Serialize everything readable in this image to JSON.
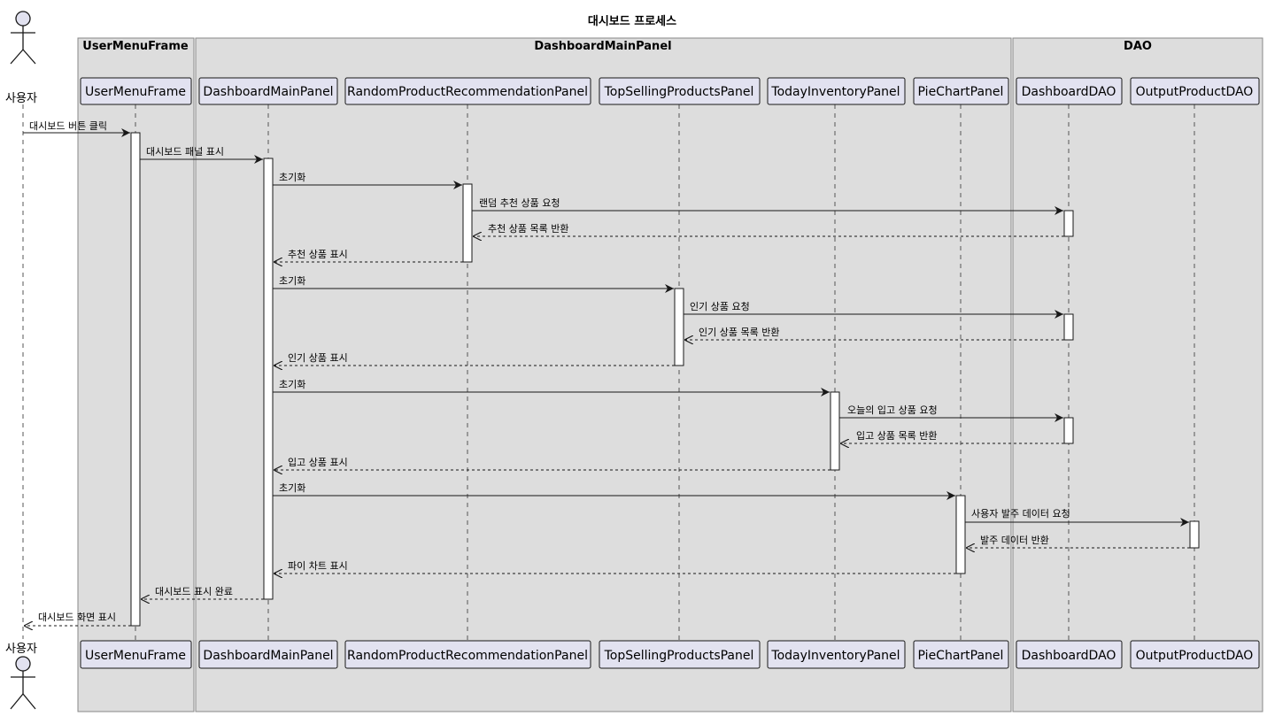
{
  "title": "대시보드 프로세스",
  "actor": {
    "name": "사용자"
  },
  "boxes": {
    "user_menu": {
      "title": "UserMenuFrame"
    },
    "dashboard_main": {
      "title": "DashboardMainPanel"
    },
    "dao": {
      "title": "DAO"
    }
  },
  "participants": {
    "user_menu_frame": "UserMenuFrame",
    "dashboard_main_panel": "DashboardMainPanel",
    "random_product_panel": "RandomProductRecommendationPanel",
    "top_selling_panel": "TopSellingProductsPanel",
    "today_inventory_panel": "TodayInventoryPanel",
    "pie_chart_panel": "PieChartPanel",
    "dashboard_dao": "DashboardDAO",
    "output_product_dao": "OutputProductDAO"
  },
  "messages": [
    {
      "text": "대시보드 버튼 클릭",
      "from": "user",
      "to": "user_menu_frame",
      "type": "sync"
    },
    {
      "text": "대시보드 패널 표시",
      "from": "user_menu_frame",
      "to": "dashboard_main_panel",
      "type": "sync"
    },
    {
      "text": "초기화",
      "from": "dashboard_main_panel",
      "to": "random_product_panel",
      "type": "sync"
    },
    {
      "text": "랜덤 추천 상품 요청",
      "from": "random_product_panel",
      "to": "dashboard_dao",
      "type": "sync"
    },
    {
      "text": "추천 상품 목록 반환",
      "from": "dashboard_dao",
      "to": "random_product_panel",
      "type": "return"
    },
    {
      "text": "추천 상품 표시",
      "from": "random_product_panel",
      "to": "dashboard_main_panel",
      "type": "return"
    },
    {
      "text": "초기화",
      "from": "dashboard_main_panel",
      "to": "top_selling_panel",
      "type": "sync"
    },
    {
      "text": "인기 상품 요청",
      "from": "top_selling_panel",
      "to": "dashboard_dao",
      "type": "sync"
    },
    {
      "text": "인기 상품 목록 반환",
      "from": "dashboard_dao",
      "to": "top_selling_panel",
      "type": "return"
    },
    {
      "text": "인기 상품 표시",
      "from": "top_selling_panel",
      "to": "dashboard_main_panel",
      "type": "return"
    },
    {
      "text": "초기화",
      "from": "dashboard_main_panel",
      "to": "today_inventory_panel",
      "type": "sync"
    },
    {
      "text": "오늘의 입고 상품 요청",
      "from": "today_inventory_panel",
      "to": "dashboard_dao",
      "type": "sync"
    },
    {
      "text": "입고 상품 목록 반환",
      "from": "dashboard_dao",
      "to": "today_inventory_panel",
      "type": "return"
    },
    {
      "text": "입고 상품 표시",
      "from": "today_inventory_panel",
      "to": "dashboard_main_panel",
      "type": "return"
    },
    {
      "text": "초기화",
      "from": "dashboard_main_panel",
      "to": "pie_chart_panel",
      "type": "sync"
    },
    {
      "text": "사용자 발주 데이터 요청",
      "from": "pie_chart_panel",
      "to": "output_product_dao",
      "type": "sync"
    },
    {
      "text": "발주 데이터 반환",
      "from": "output_product_dao",
      "to": "pie_chart_panel",
      "type": "return"
    },
    {
      "text": "파이 차트 표시",
      "from": "pie_chart_panel",
      "to": "dashboard_main_panel",
      "type": "return"
    },
    {
      "text": "대시보드 표시 완료",
      "from": "dashboard_main_panel",
      "to": "user_menu_frame",
      "type": "return"
    },
    {
      "text": "대시보드 화면 표시",
      "from": "user_menu_frame",
      "to": "user",
      "type": "return"
    }
  ],
  "colors": {
    "box_fill": "#dddddd",
    "box_border": "#888888",
    "participant_fill": "#e2e2f0",
    "participant_border": "#181818",
    "line": "#181818",
    "lifeline": "#555555"
  }
}
